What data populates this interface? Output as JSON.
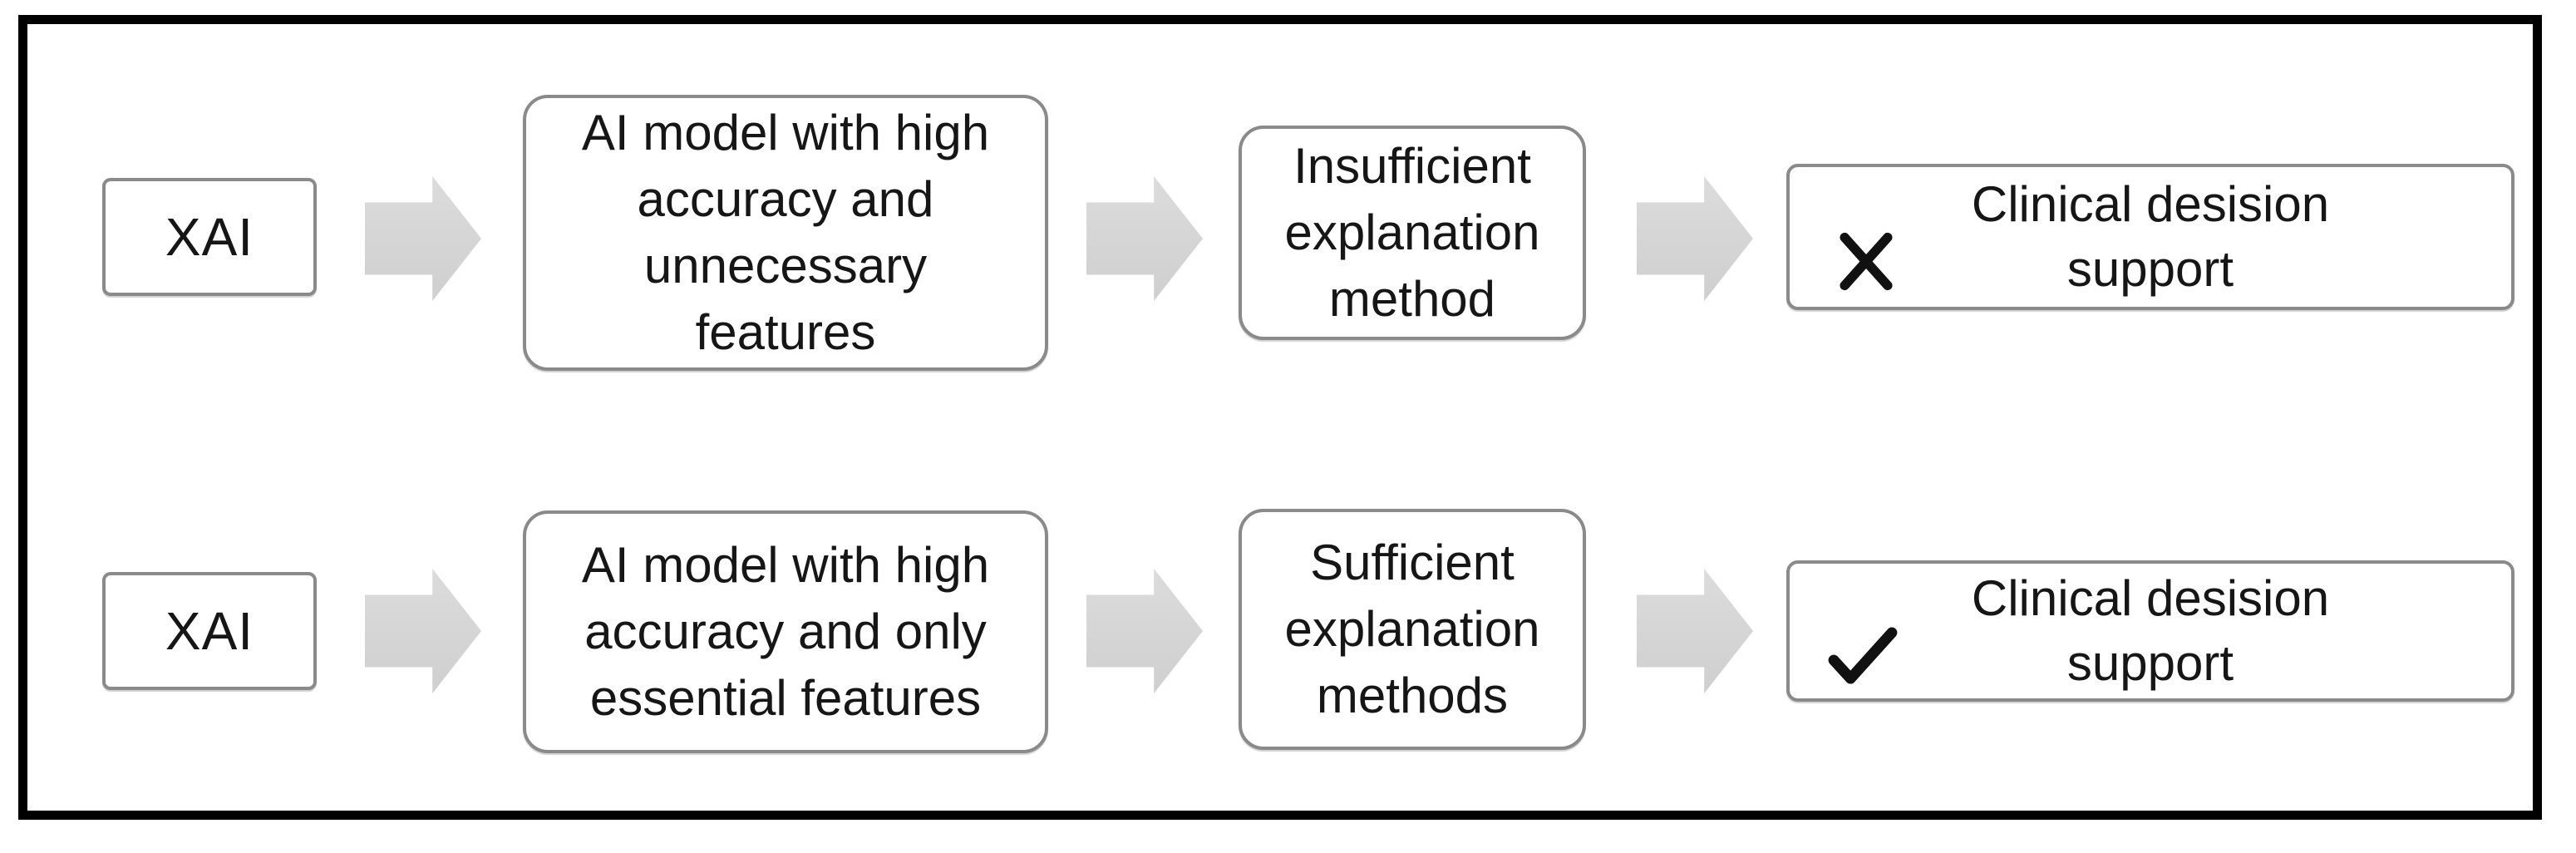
{
  "figure": {
    "rows": [
      {
        "source": "XAI",
        "model": [
          "AI model with high",
          "accuracy and",
          "unnecessary",
          "features"
        ],
        "explanation": [
          "Insufficient",
          "explanation",
          "method"
        ],
        "outcome": [
          "Clinical desision",
          "support"
        ],
        "outcome_mark": "cross"
      },
      {
        "source": "XAI",
        "model": [
          "AI model with high",
          "accuracy and only",
          "essential features"
        ],
        "explanation": [
          "Sufficient",
          "explanation",
          "methods"
        ],
        "outcome": [
          "Clinical desision",
          "support"
        ],
        "outcome_mark": "check"
      }
    ],
    "colors": {
      "arrow_fill": "#d5d5d5",
      "box_border": "#8a8a8a",
      "frame_border": "#000000",
      "text": "#161616",
      "mark": "#111111"
    }
  }
}
